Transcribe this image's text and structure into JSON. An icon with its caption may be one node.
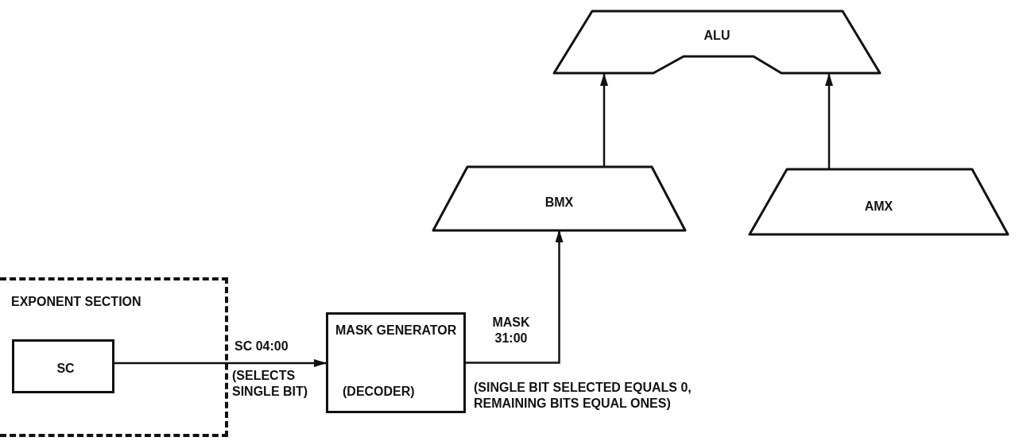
{
  "diagram": {
    "nodes": [
      {
        "text": [
          "ALU"
        ]
      },
      {
        "text": [
          "BMX"
        ]
      },
      {
        "text": [
          "AMX"
        ]
      },
      {
        "text": [
          "EXPONENT SECTION"
        ]
      },
      {
        "text": [
          "SC"
        ],
        "in": 3
      },
      {
        "text": [
          "MASK GENERATOR",
          "(DECODER)"
        ]
      }
    ],
    "edges": [
      {
        "from": 4,
        "to": 5,
        "arrow": "to",
        "label": "SC 04:00"
      },
      {
        "from": 5,
        "to": 1,
        "arrow": "to",
        "label": "MASK 31:00"
      },
      {
        "from": 1,
        "to": 0,
        "arrow": "to"
      },
      {
        "from": 2,
        "to": 0,
        "arrow": "to"
      }
    ],
    "labels": [
      "(SELECTS SINGLE BIT)",
      "(SINGLE BIT SELECTED EQUALS 0, REMAINING BITS EQUAL ONES)"
    ]
  }
}
